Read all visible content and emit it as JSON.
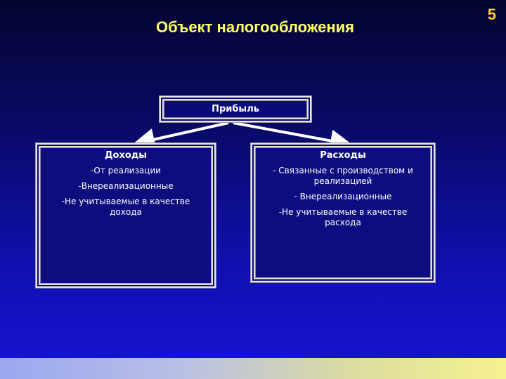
{
  "slide": {
    "number": "5",
    "title": "Объект налогообложения"
  },
  "diagram": {
    "root": {
      "label": "Прибыль"
    },
    "left": {
      "heading": "Доходы",
      "items": [
        "-От реализации",
        "-Внереализационные",
        "-Не учитываемые в качестве дохода"
      ]
    },
    "right": {
      "heading": "Расходы",
      "items": [
        "- Связанные с производством и реализацией",
        "- Внереализационные",
        "-Не учитываемые в качестве расхода"
      ]
    }
  },
  "colors": {
    "title": "#ffff66",
    "slide_number": "#ffcc33",
    "box_text": "#ffffff",
    "arrow": "#ffffff"
  }
}
